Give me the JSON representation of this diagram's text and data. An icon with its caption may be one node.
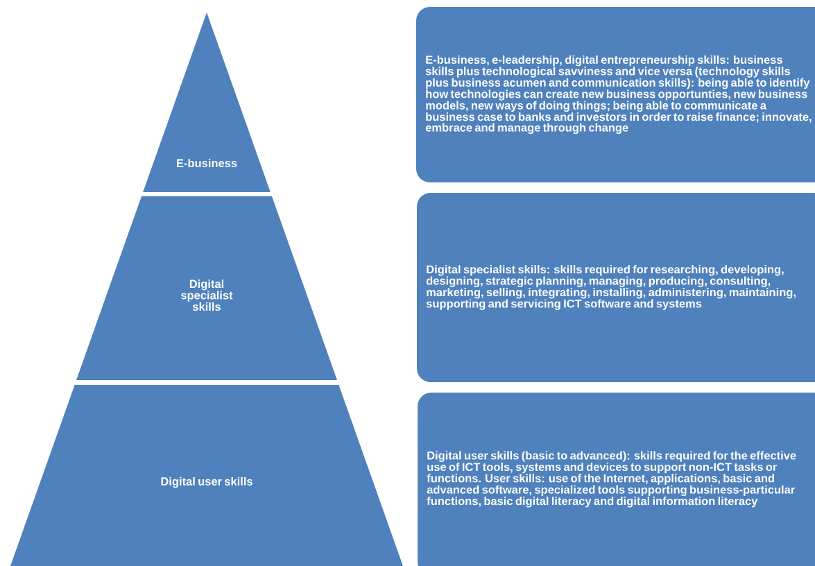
{
  "diagram": {
    "nodes": [
      {
        "text": [
          "E-business"
        ]
      },
      {
        "text": [
          "Digital specialist skills"
        ]
      },
      {
        "text": [
          "Digital user skills"
        ]
      },
      {
        "text": [
          "E-business, e-leadership, digital entrepreneurship skills: business skills plus technological savviness and vice versa (technology skills plus business acumen and communication skills): being able to identify how technologies can create new business opportunties, new business models, new ways of doing things; being able to communicate a business case to banks and investors in order to raise finance; innovate, embrace and manage through change"
        ]
      },
      {
        "text": [
          "Digital specialist skills: skills required for researching, developing, designing, strategic planning, managing, producing, consulting, marketing, selling, integrating, installing, administering, maintaining, supporting and servicing ICT software and systems"
        ]
      },
      {
        "text": [
          "Digital user skills (basic to advanced): skills required for the effective use of ICT tools, systems and devices to support non-ICT tasks or functions. User skills: use of the Internet, applications, basic and advanced software, specialized tools supporting business-particular functions, basic digital literacy and digital information literacy"
        ]
      }
    ]
  }
}
